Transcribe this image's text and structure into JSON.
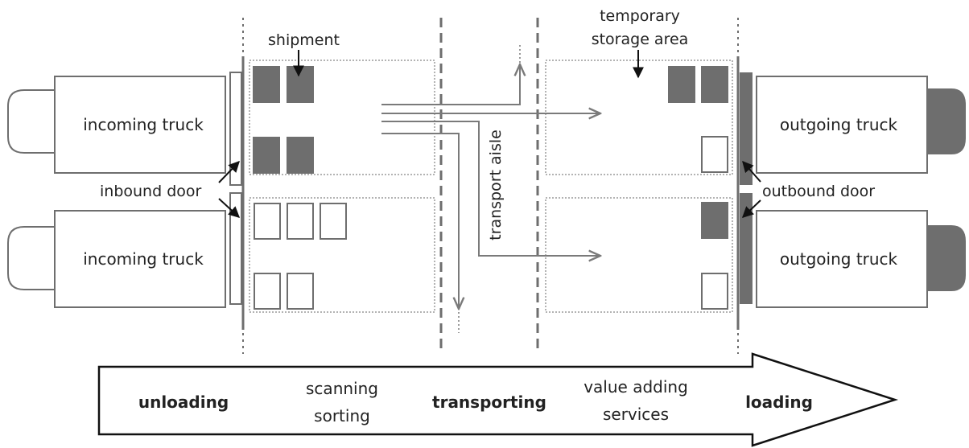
{
  "labels": {
    "shipment": "shipment",
    "temporary_storage_line1": "temporary",
    "temporary_storage_line2": "storage area",
    "incoming_truck_top": "incoming truck",
    "incoming_truck_bottom": "incoming truck",
    "outgoing_truck_top": "outgoing truck",
    "outgoing_truck_bottom": "outgoing truck",
    "inbound_door": "inbound door",
    "outbound_door": "outbound door",
    "transport_aisle": "transport aisle"
  },
  "process": {
    "unloading": "unloading",
    "scanning": "scanning",
    "sorting": "sorting",
    "transporting": "transporting",
    "value_adding_line1": "value adding",
    "value_adding_line2": "services",
    "loading": "loading"
  },
  "colors": {
    "line": "#6e6e6e",
    "filled_box": "#6e6e6e",
    "dotted": "#9a9a9a"
  }
}
